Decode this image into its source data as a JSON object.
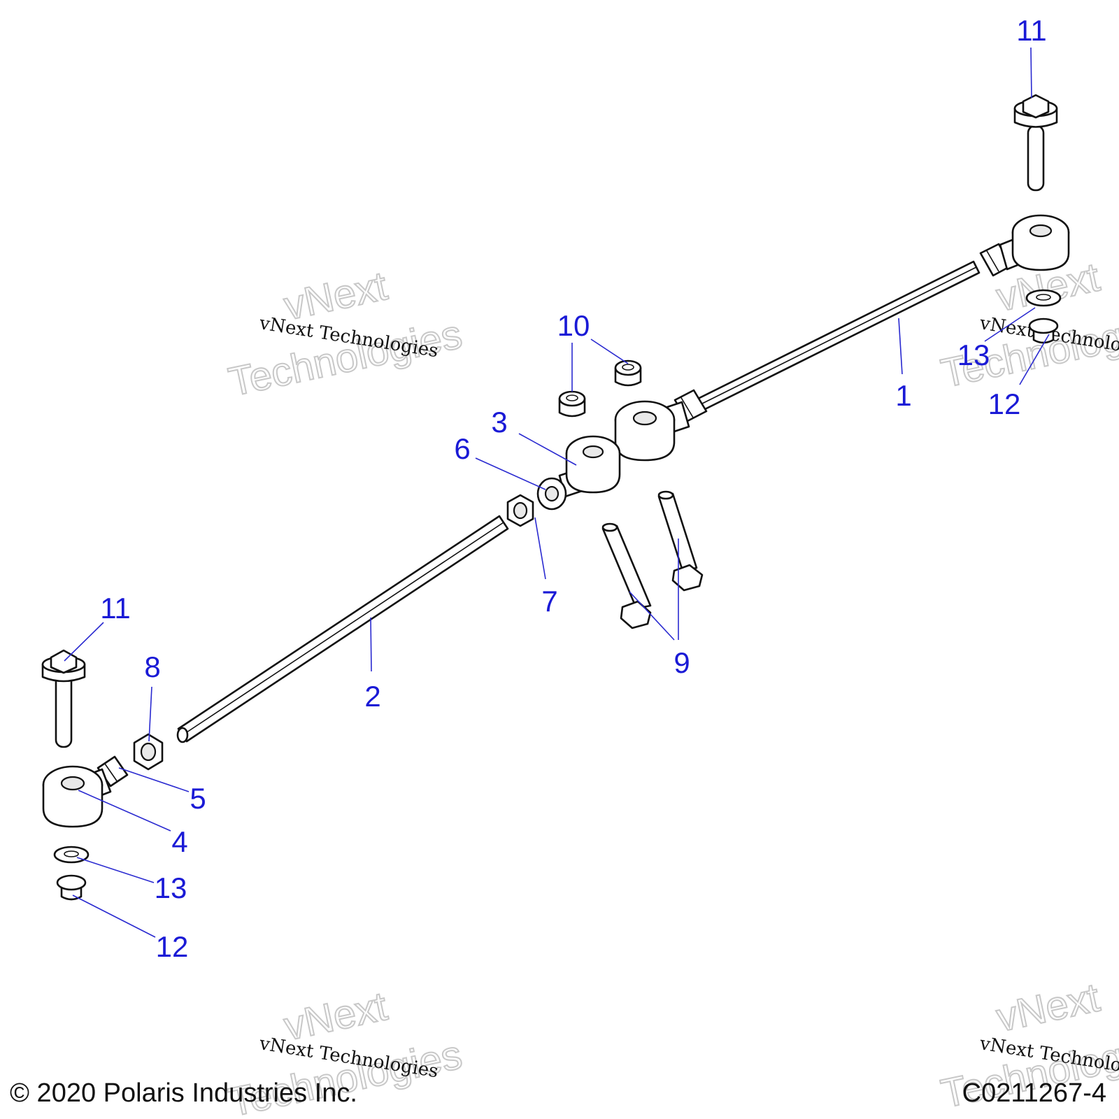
{
  "callouts": [
    {
      "id": "c1",
      "label": "1"
    },
    {
      "id": "c2",
      "label": "2"
    },
    {
      "id": "c3",
      "label": "3"
    },
    {
      "id": "c4",
      "label": "4"
    },
    {
      "id": "c5",
      "label": "5"
    },
    {
      "id": "c6",
      "label": "6"
    },
    {
      "id": "c7",
      "label": "7"
    },
    {
      "id": "c8",
      "label": "8"
    },
    {
      "id": "c9",
      "label": "9"
    },
    {
      "id": "c10",
      "label": "10"
    },
    {
      "id": "c11a",
      "label": "11"
    },
    {
      "id": "c11b",
      "label": "11"
    },
    {
      "id": "c12a",
      "label": "12"
    },
    {
      "id": "c12b",
      "label": "12"
    },
    {
      "id": "c13a",
      "label": "13"
    },
    {
      "id": "c13b",
      "label": "13"
    }
  ],
  "watermark": {
    "line_small": "vNext Technologies",
    "line_big_1": "vNext",
    "line_big_2": "Technologies"
  },
  "footer": {
    "copyright": "© 2020 Polaris Industries Inc.",
    "drawing_id": "C0211267-4"
  },
  "colors": {
    "callout": "#1a1ad6",
    "line": "#111111",
    "watermark_outline": "#c8c8c8"
  }
}
